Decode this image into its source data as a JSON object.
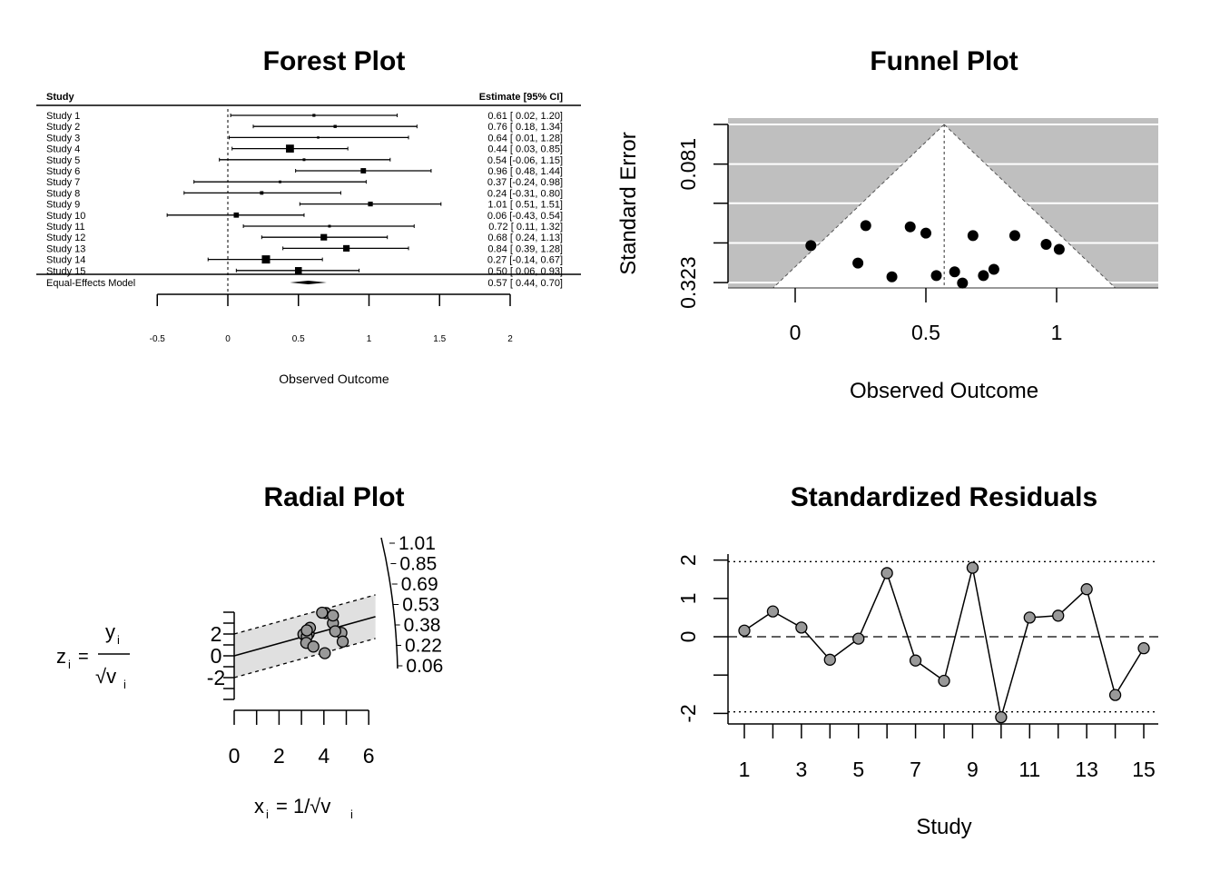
{
  "colors": {
    "ink": "#000000",
    "funnel_bg": "#bfbfbf",
    "band": "#e0e0e0",
    "point_gray": "#999999"
  },
  "chart_data": [
    {
      "type": "forest",
      "title": "Forest Plot",
      "header_left": "Study",
      "header_right": "Estimate [95% CI]",
      "xlabel": "Observed Outcome",
      "xticks": [
        -0.5,
        0,
        0.5,
        1,
        1.5,
        2
      ],
      "xtick_labels": [
        "-0.5",
        "0",
        "0.5",
        "1",
        "1.5",
        "2"
      ],
      "studies": [
        {
          "label": "Study 1",
          "est": 0.61,
          "lb": 0.02,
          "ub": 1.2,
          "text": "0.61 [ 0.02, 1.20]"
        },
        {
          "label": "Study 2",
          "est": 0.76,
          "lb": 0.18,
          "ub": 1.34,
          "text": "0.76 [ 0.18, 1.34]"
        },
        {
          "label": "Study 3",
          "est": 0.64,
          "lb": 0.01,
          "ub": 1.28,
          "text": "0.64 [ 0.01, 1.28]"
        },
        {
          "label": "Study 4",
          "est": 0.44,
          "lb": 0.03,
          "ub": 0.85,
          "text": "0.44 [ 0.03, 0.85]"
        },
        {
          "label": "Study 5",
          "est": 0.54,
          "lb": -0.06,
          "ub": 1.15,
          "text": "0.54 [-0.06, 1.15]"
        },
        {
          "label": "Study 6",
          "est": 0.96,
          "lb": 0.48,
          "ub": 1.44,
          "text": "0.96 [ 0.48, 1.44]"
        },
        {
          "label": "Study 7",
          "est": 0.37,
          "lb": -0.24,
          "ub": 0.98,
          "text": "0.37 [-0.24, 0.98]"
        },
        {
          "label": "Study 8",
          "est": 0.24,
          "lb": -0.31,
          "ub": 0.8,
          "text": "0.24 [-0.31, 0.80]"
        },
        {
          "label": "Study 9",
          "est": 1.01,
          "lb": 0.51,
          "ub": 1.51,
          "text": "1.01 [ 0.51, 1.51]"
        },
        {
          "label": "Study 10",
          "est": 0.06,
          "lb": -0.43,
          "ub": 0.54,
          "text": "0.06 [-0.43, 0.54]"
        },
        {
          "label": "Study 11",
          "est": 0.72,
          "lb": 0.11,
          "ub": 1.32,
          "text": "0.72 [ 0.11, 1.32]"
        },
        {
          "label": "Study 12",
          "est": 0.68,
          "lb": 0.24,
          "ub": 1.13,
          "text": "0.68 [ 0.24, 1.13]"
        },
        {
          "label": "Study 13",
          "est": 0.84,
          "lb": 0.39,
          "ub": 1.28,
          "text": "0.84 [ 0.39, 1.28]"
        },
        {
          "label": "Study 14",
          "est": 0.27,
          "lb": -0.14,
          "ub": 0.67,
          "text": "0.27 [-0.14, 0.67]"
        },
        {
          "label": "Study 15",
          "est": 0.5,
          "lb": 0.06,
          "ub": 0.93,
          "text": "0.50 [ 0.06, 0.93]"
        }
      ],
      "summary": {
        "label": "Equal-Effects Model",
        "est": 0.57,
        "lb": 0.44,
        "ub": 0.7,
        "text": "0.57 [ 0.44, 0.70]"
      }
    },
    {
      "type": "scatter",
      "title": "Funnel Plot",
      "xlabel": "Observed Outcome",
      "ylabel": "Standard Error",
      "xticks": [
        0,
        0.5,
        1
      ],
      "xtick_labels": [
        "0",
        "0.5",
        "1"
      ],
      "yticks": [
        0,
        0.081,
        0.161,
        0.242,
        0.323
      ],
      "ytick_labels": [
        "0.081",
        "0.323"
      ],
      "ylim": [
        0,
        0.334
      ],
      "center": 0.57
    },
    {
      "type": "scatter",
      "title": "Radial Plot",
      "xlabel_lhs": "x",
      "xlabel_rhs": "= 1/√v",
      "ylabel_lhs": "z",
      "ylabel_num": "y",
      "ylabel_den": "√v",
      "sub_i": "i",
      "xticks": [
        0,
        2,
        4,
        6
      ],
      "xtick_labels": [
        "0",
        "2",
        "4",
        "6"
      ],
      "ytick_labels": [
        "2",
        "0",
        "-2"
      ],
      "yticks": [
        2,
        0,
        -2
      ],
      "arc_labels": [
        "1.01",
        "0.85",
        "0.69",
        "0.53",
        "0.38",
        "0.22",
        "0.06"
      ]
    },
    {
      "type": "line",
      "title": "Standardized Residuals",
      "xlabel": "Study",
      "x": [
        1,
        2,
        3,
        4,
        5,
        6,
        7,
        8,
        9,
        10,
        11,
        12,
        13,
        14,
        15
      ],
      "values": [
        0.16,
        0.66,
        0.24,
        -0.6,
        -0.05,
        1.66,
        -0.62,
        -1.15,
        1.8,
        -2.1,
        0.5,
        0.55,
        1.24,
        -1.52,
        -0.3
      ],
      "xtick_labels": [
        "1",
        "3",
        "5",
        "7",
        "9",
        "11",
        "13",
        "15"
      ],
      "yticks": [
        2,
        1,
        0,
        -1,
        -2
      ],
      "ytick_labels": [
        "2",
        "1",
        "0",
        "",
        "-2"
      ],
      "reference_lines": [
        1.96,
        0,
        -1.96
      ]
    }
  ]
}
